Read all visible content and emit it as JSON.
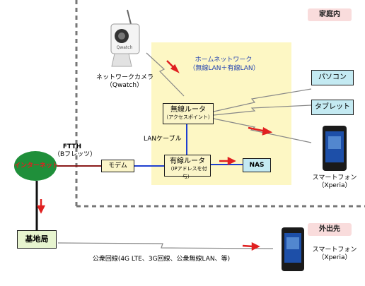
{
  "zones": {
    "home": "家庭内",
    "outside": "外出先"
  },
  "home_network": {
    "title": "ホームネットワーク",
    "subtitle": "（無線LAN＋有線LAN）"
  },
  "devices": {
    "camera": {
      "name": "ネットワークカメラ",
      "model": "（Qwatch）",
      "brand": "Qwatch"
    },
    "wireless_router": {
      "name": "無線ルータ",
      "sub": "（アクセスポイント）"
    },
    "wired_router": {
      "name": "有線ルータ",
      "sub": "（IPアドレスを付与）"
    },
    "nas": "NAS",
    "modem": "モデム",
    "internet": "インターネット",
    "pc": "パソコン",
    "tablet": "タブレット",
    "smartphone_home": {
      "name": "スマートフォン",
      "model": "（Xperia）"
    },
    "smartphone_out": {
      "name": "スマートフォン",
      "model": "（Xperia）"
    },
    "base_station": "基地局"
  },
  "links": {
    "lan_cable": "LANケーブル",
    "ftth": "FTTH",
    "ftth_sub": "（Bフレッツ）",
    "public_line": "公衆回線(4G LTE、3G回線、公衆無線LAN、等)"
  },
  "colors": {
    "wired_blue": "#1e3fd0",
    "ftth_red": "#8a1a1a",
    "internet_green": "#1f8f3a",
    "arrow_red": "#e02020",
    "home_area": "#fdf7c4",
    "zone_label": "#f9dcdc"
  }
}
